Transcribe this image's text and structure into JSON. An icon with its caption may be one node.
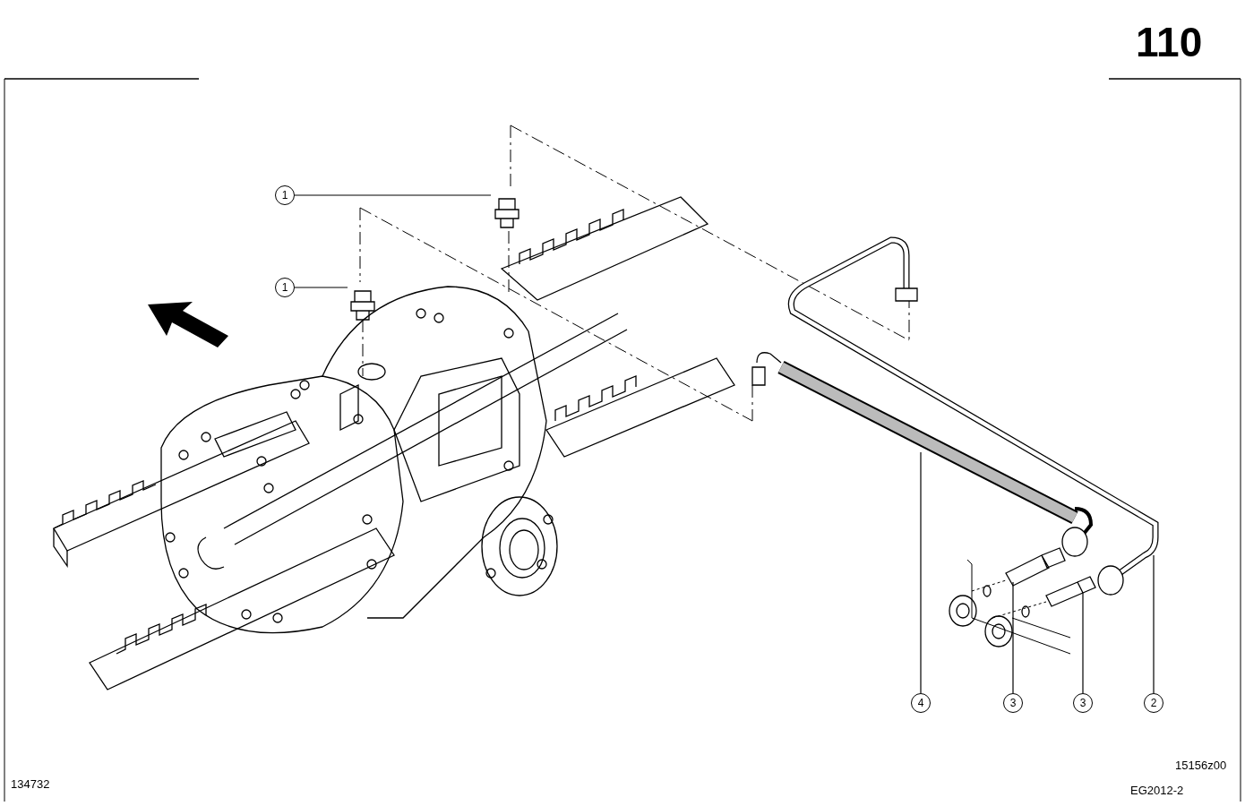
{
  "diagram": {
    "nodes": [
      {
        "text": [
          "1"
        ]
      },
      {
        "text": [
          "1"
        ]
      },
      {
        "text": [
          "4"
        ]
      },
      {
        "text": [
          "3"
        ]
      },
      {
        "text": [
          "3"
        ]
      },
      {
        "text": [
          "2"
        ]
      }
    ],
    "edges": [
      {
        "from": 0,
        "to": null,
        "arrow": "none"
      },
      {
        "from": 1,
        "to": null,
        "arrow": "none"
      },
      {
        "from": 2,
        "to": null,
        "arrow": "none"
      },
      {
        "from": 3,
        "to": null,
        "arrow": "none"
      },
      {
        "from": 4,
        "to": null,
        "arrow": "none"
      },
      {
        "from": 5,
        "to": null,
        "arrow": "none"
      }
    ],
    "labels": [
      "110",
      "15156z00",
      "134732",
      "EG2012-2"
    ]
  }
}
